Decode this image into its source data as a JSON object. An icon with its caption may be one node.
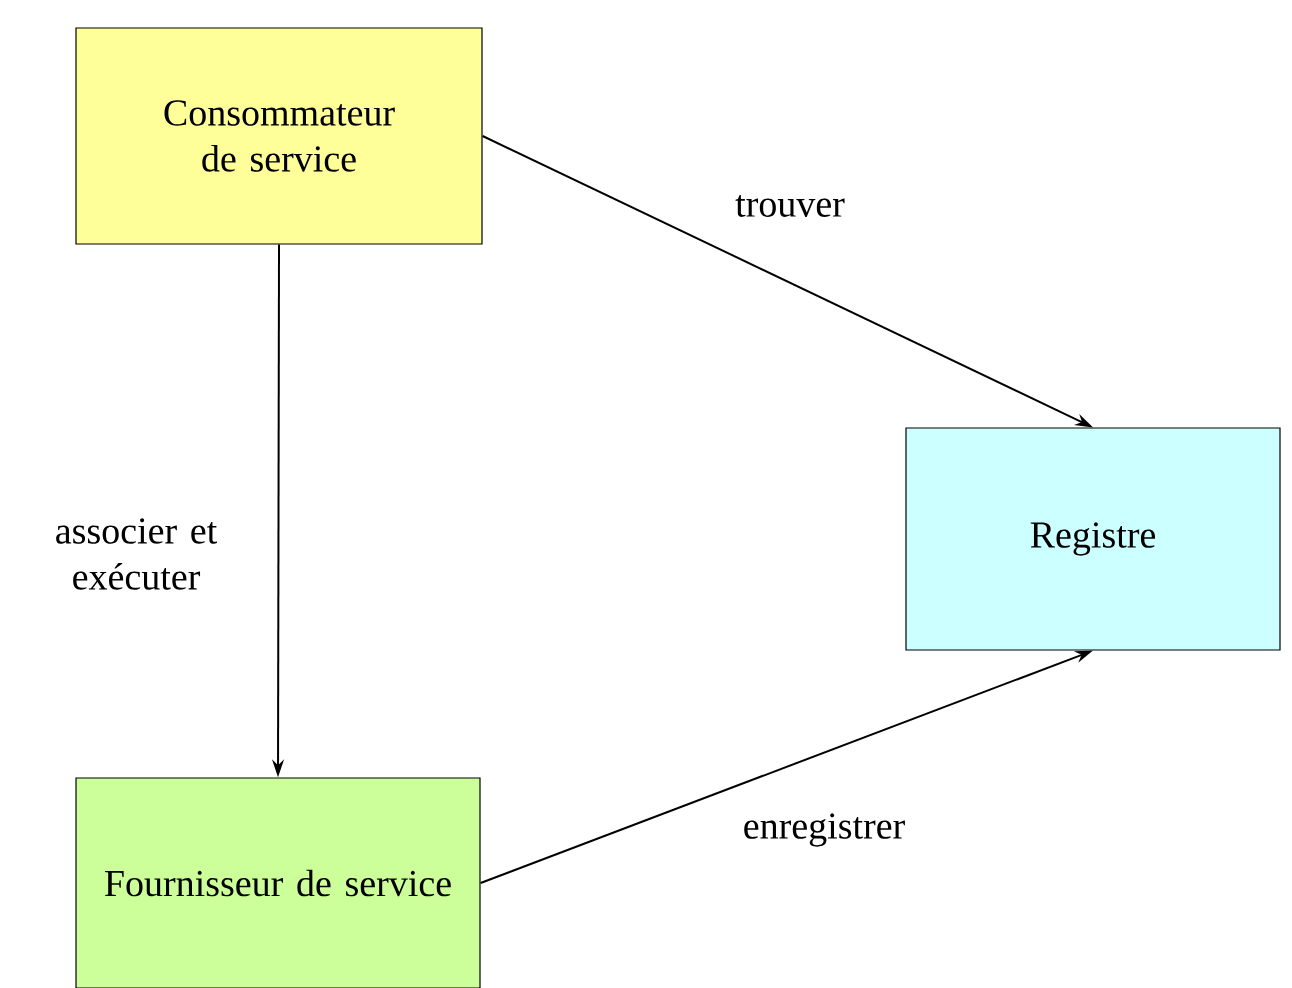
{
  "diagram": {
    "nodes": [
      {
        "text": [
          "Consommateur de service"
        ]
      },
      {
        "text": [
          "Registre"
        ]
      },
      {
        "text": [
          "Fournisseur de service"
        ]
      }
    ],
    "edges": [
      {
        "from": 0,
        "to": 1,
        "arrow": "to",
        "label": "trouver"
      },
      {
        "from": 0,
        "to": 2,
        "arrow": "to",
        "label": "associer et exécuter"
      },
      {
        "from": 2,
        "to": 1,
        "arrow": "to",
        "label": "enregistrer"
      }
    ]
  }
}
